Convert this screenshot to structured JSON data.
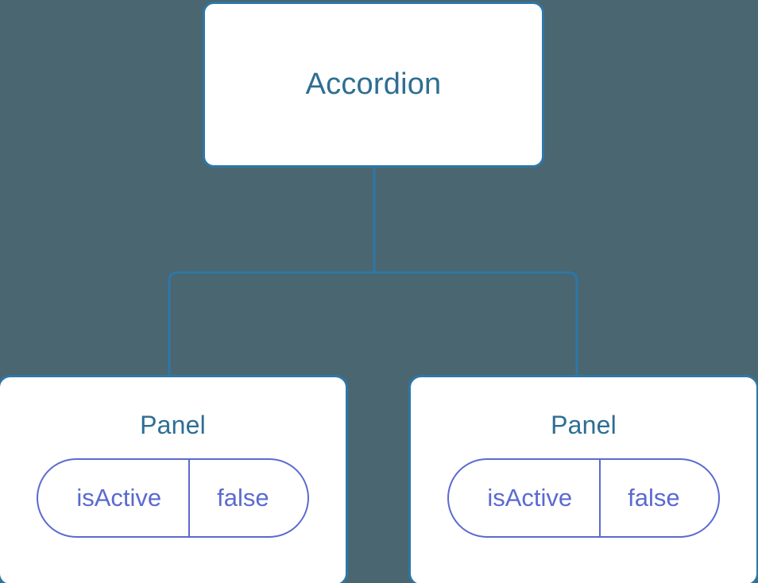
{
  "diagram": {
    "type": "component-tree",
    "background_color": "#4A6670",
    "node_border_color": "#2E77A8",
    "node_fill_color": "#FFFFFF",
    "node_title_color": "#2E6E93",
    "edge_color": "#2E77A8",
    "state_accent_color": "#5B6ACF",
    "root": {
      "title": "Accordion"
    },
    "children": [
      {
        "title": "Panel",
        "state": {
          "key": "isActive",
          "value": "false"
        }
      },
      {
        "title": "Panel",
        "state": {
          "key": "isActive",
          "value": "false"
        }
      }
    ],
    "edges": [
      {
        "from": "Accordion",
        "to": "Panel",
        "index": 0
      },
      {
        "from": "Accordion",
        "to": "Panel",
        "index": 1
      }
    ]
  }
}
